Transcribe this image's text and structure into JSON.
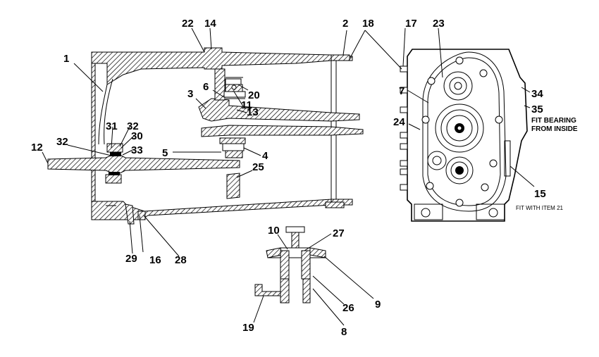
{
  "callouts": [
    {
      "id": "c1",
      "text": "1"
    },
    {
      "id": "c2",
      "text": "2"
    },
    {
      "id": "c3",
      "text": "3"
    },
    {
      "id": "c4",
      "text": "4"
    },
    {
      "id": "c5",
      "text": "5"
    },
    {
      "id": "c6",
      "text": "6"
    },
    {
      "id": "c7",
      "text": "7"
    },
    {
      "id": "c8",
      "text": "8"
    },
    {
      "id": "c9",
      "text": "9"
    },
    {
      "id": "c10",
      "text": "10"
    },
    {
      "id": "c11",
      "text": "11"
    },
    {
      "id": "c12",
      "text": "12"
    },
    {
      "id": "c13",
      "text": "13"
    },
    {
      "id": "c14",
      "text": "14"
    },
    {
      "id": "c15",
      "text": "15"
    },
    {
      "id": "c16",
      "text": "16"
    },
    {
      "id": "c17",
      "text": "17"
    },
    {
      "id": "c18",
      "text": "18"
    },
    {
      "id": "c19",
      "text": "19"
    },
    {
      "id": "c20",
      "text": "20"
    },
    {
      "id": "c22",
      "text": "22"
    },
    {
      "id": "c23",
      "text": "23"
    },
    {
      "id": "c24",
      "text": "24"
    },
    {
      "id": "c25",
      "text": "25"
    },
    {
      "id": "c26",
      "text": "26"
    },
    {
      "id": "c27",
      "text": "27"
    },
    {
      "id": "c28",
      "text": "28"
    },
    {
      "id": "c29",
      "text": "29"
    },
    {
      "id": "c30",
      "text": "30"
    },
    {
      "id": "c31",
      "text": "31"
    },
    {
      "id": "c32a",
      "text": "32"
    },
    {
      "id": "c32b",
      "text": "32"
    },
    {
      "id": "c33",
      "text": "33"
    },
    {
      "id": "c34",
      "text": "34"
    },
    {
      "id": "c35",
      "text": "35"
    }
  ],
  "notes": {
    "fit_bearing_line1": "FIT BEARING",
    "fit_bearing_line2": "FROM INSIDE",
    "fit_with_item": "FIT WITH ITEM 21"
  },
  "colors": {
    "ink": "#000000",
    "paper": "#ffffff"
  }
}
